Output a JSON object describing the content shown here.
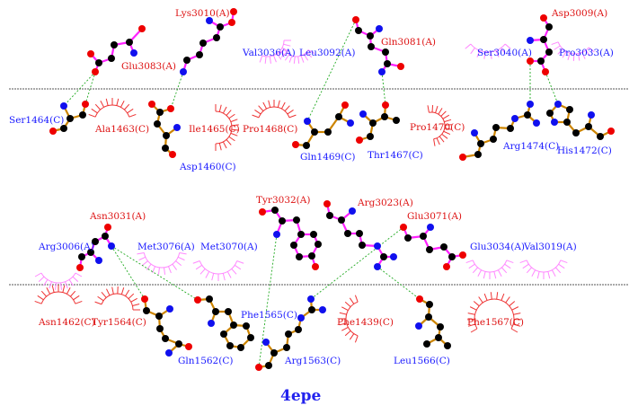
{
  "title": "4epe",
  "colors": {
    "ligand_bond_A": "#ff22ff",
    "ligand_bond_C": "#cc8400",
    "carbon": "#000000",
    "oxygen": "#ee0000",
    "nitrogen": "#1010ee",
    "hbond": "#22aa22",
    "hydrophobic_A": "#ff88ff",
    "hydrophobic_C": "#ee3333",
    "interface_line": "#555555",
    "label_bonded": "#1a1aff",
    "label_hydrophobic": "#dd1111"
  },
  "top_panel": {
    "chain_A_labels": [
      "Lys3010(A)",
      "Glu3083(A)",
      "Val3036(A)",
      "Leu3092(A)",
      "Gln3081(A)",
      "Asp3009(A)",
      "Ser3040(A)",
      "Pro3033(A)"
    ],
    "chain_C_labels": [
      "Ser1464(C)",
      "Ala1463(C)",
      "Ile1465(C)",
      "Pro1468(C)",
      "Asp1460(C)",
      "Gln1469(C)",
      "Thr1467(C)",
      "Pro1470(C)",
      "Arg1474(C)",
      "His1472(C)"
    ]
  },
  "bottom_panel": {
    "chain_A_labels": [
      "Tyr3032(A)",
      "Arg3023(A)",
      "Asn3031(A)",
      "Glu3071(A)",
      "Arg3006(A)",
      "Met3076(A)",
      "Met3070(A)",
      "Glu3034(A)",
      "Val3019(A)"
    ],
    "chain_C_labels": [
      "Asn1462(C)",
      "Tyr1564(C)",
      "Phe1565(C)",
      "Phe1439(C)",
      "Phe1567(C)",
      "Gln1562(C)",
      "Arg1563(C)",
      "Leu1566(C)"
    ]
  }
}
